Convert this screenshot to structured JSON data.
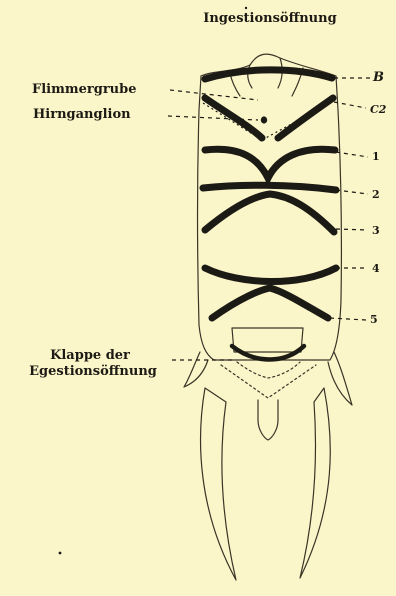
{
  "labels": {
    "ingestion": "Ingestionsöffnung",
    "flimmergrube": "Flimmergrube",
    "hirnganglion": "Hirnganglion",
    "klappe_line1": "Klappe der",
    "klappe_line2": "Egestionsöffnung",
    "band_b": "B",
    "band_c2": "C2",
    "band_1": "1",
    "band_2": "2",
    "band_3": "3",
    "band_4": "4",
    "band_5": "5"
  },
  "colors": {
    "background": "#fbf6c9",
    "ink": "#1c1a14",
    "outline": "#3a3428"
  }
}
